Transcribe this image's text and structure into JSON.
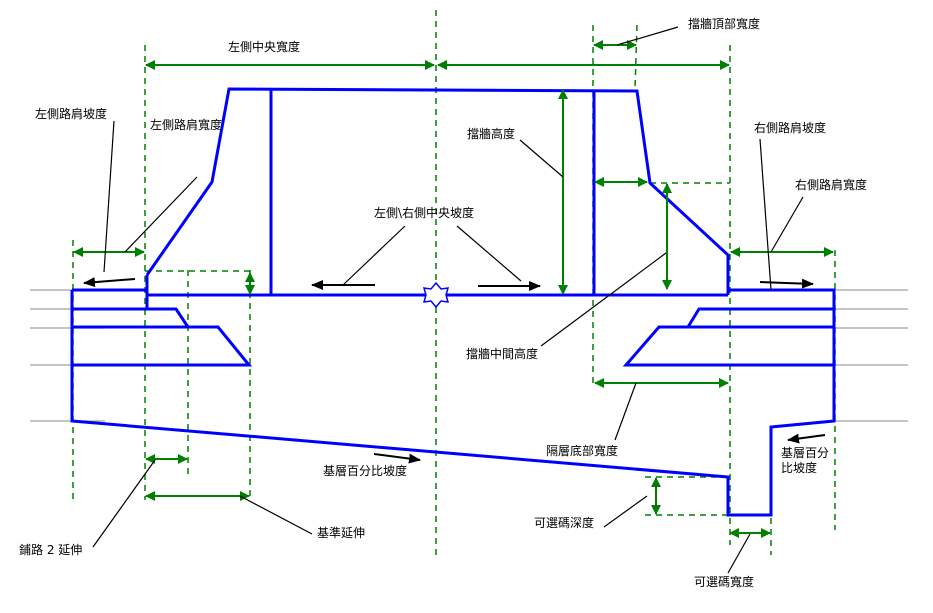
{
  "diagram": {
    "title": "Retaining wall subassembly parameters",
    "colors": {
      "structure": "#0000ff",
      "dimension": "#008000",
      "leader": "#000000",
      "ground": "#a0a0a0"
    },
    "labels": {
      "left_center_width": "左側中央寬度",
      "wall_top_width": "擋牆頂部寬度",
      "left_shoulder_slope": "左側路肩坡度",
      "left_shoulder_width": "左側路肩寬度",
      "right_shoulder_slope": "右側路肩坡度",
      "right_shoulder_width": "右側路肩寬度",
      "wall_height": "擋牆高度",
      "center_slope": "左側\\右側中央坡度",
      "wall_middle_height": "擋牆中間高度",
      "barrier_bottom_width": "隔層底部寬度",
      "base_percent_slope": "基層百分比坡度",
      "base_percent_slope_right_line1": "基層百分",
      "base_percent_slope_right_line2": "比坡度",
      "optional_key_depth": "可選碼深度",
      "optional_key_width": "可選碼寬度",
      "paving2_extension": "鋪路 2 延伸",
      "base_extension": "基準延伸"
    },
    "icons": {
      "insertion_point": "star-marker-icon"
    }
  }
}
